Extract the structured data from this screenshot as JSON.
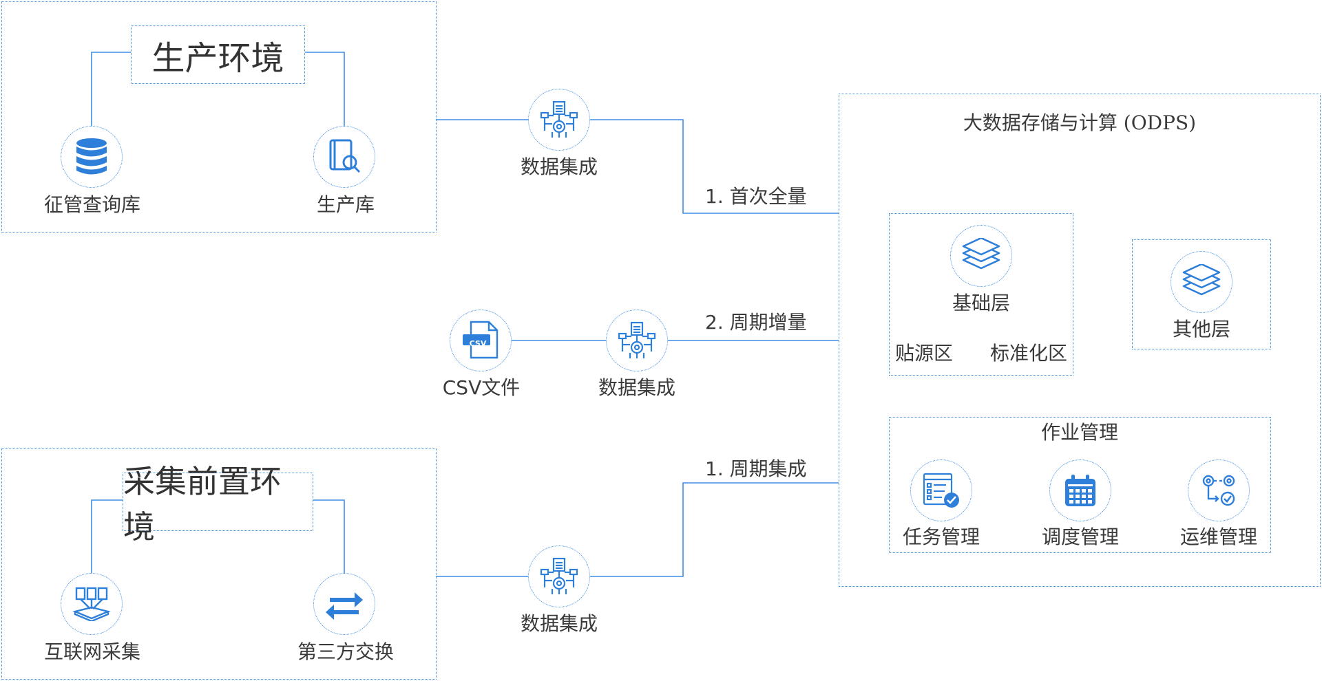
{
  "production": {
    "title": "生产环境",
    "items": [
      {
        "label": "征管查询库",
        "icon": "database-icon"
      },
      {
        "label": "生产库",
        "icon": "document-search-icon"
      }
    ]
  },
  "collection": {
    "title": "采集前置环境",
    "items": [
      {
        "label": "互联网采集",
        "icon": "internet-collection-icon"
      },
      {
        "label": "第三方交换",
        "icon": "exchange-arrows-icon"
      }
    ]
  },
  "integration": {
    "top_label": "数据集成",
    "middle_label": "数据集成",
    "bottom_label": "数据集成",
    "csv_label": "CSV文件",
    "csv_badge": "CSV"
  },
  "flows": {
    "first_full": "1. 首次全量",
    "periodic_increment": "2. 周期增量",
    "periodic_integration": "1. 周期集成"
  },
  "odps": {
    "title": "大数据存储与计算 (ODPS)",
    "base_layer": {
      "title": "基础层",
      "sub_left": "贴源区",
      "sub_right": "标准化区"
    },
    "other_layer": {
      "title": "其他层"
    },
    "job_management": {
      "title": "作业管理",
      "items": [
        {
          "label": "任务管理",
          "icon": "task-checklist-icon"
        },
        {
          "label": "调度管理",
          "icon": "calendar-icon"
        },
        {
          "label": "运维管理",
          "icon": "gears-icon"
        }
      ]
    }
  },
  "colors": {
    "accent": "#2e7fd9",
    "line": "#3d8ee6",
    "text": "#333333"
  }
}
